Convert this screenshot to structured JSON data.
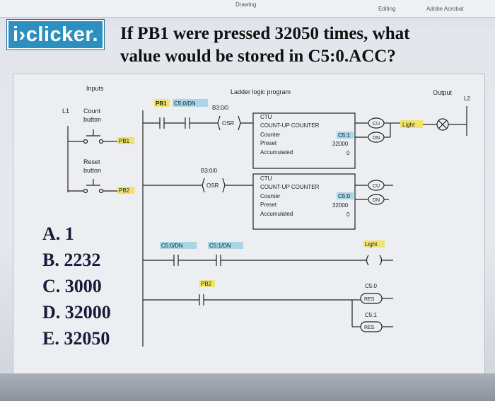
{
  "toolbar": {
    "item_drawing": "Drawing",
    "item_editing": "Editing",
    "item_acrobat": "Adobe Acrobat"
  },
  "brand": {
    "logo": "i›clicker."
  },
  "question": {
    "line1": "If PB1 were pressed 32050 times, what",
    "line2": "value would be stored in C5:0.ACC?"
  },
  "diagram": {
    "inputs_title": "Inputs",
    "ladder_title": "Ladder logic program",
    "output_title": "Output",
    "rail_left": "L1",
    "rail_right": "L2",
    "count_button": [
      "Count",
      "button"
    ],
    "pb1": "PB1",
    "reset_button": [
      "Reset",
      "button"
    ],
    "pb2": "PB2",
    "rung1": {
      "contact1": "PB1",
      "contact2": "C5:0/DN",
      "osr_addr": "B3:0/0",
      "osr": "OSR",
      "ctu": "CTU",
      "title": "COUNT-UP COUNTER",
      "counter_label": "Counter",
      "counter_value": "C5:1",
      "preset_label": "Preset",
      "preset_value": "32000",
      "acc_label": "Accumulated",
      "acc_value": "0",
      "coil_cu": "CU",
      "coil_dn": "DN",
      "output_light": "Light"
    },
    "rung2": {
      "osr_addr": "B3:0/0",
      "osr": "OSR",
      "ctu": "CTU",
      "title": "COUNT-UP COUNTER",
      "counter_label": "Counter",
      "counter_value": "C5:0",
      "preset_label": "Preset",
      "preset_value": "32000",
      "acc_label": "Accumulated",
      "acc_value": "0",
      "coil_cu": "CU",
      "coil_dn": "DN"
    },
    "rung3": {
      "contact1": "C5:0/DN",
      "contact2": "C5:1/DN",
      "coil_label": "Light"
    },
    "rung4": {
      "contact": "PB2",
      "res1_addr": "C5:0",
      "res1": "RES",
      "res2_addr": "C5:1",
      "res2": "RES"
    }
  },
  "answers": [
    "A. 1",
    "B. 2232",
    "C. 3000",
    "D. 32000",
    "E. 32050"
  ]
}
